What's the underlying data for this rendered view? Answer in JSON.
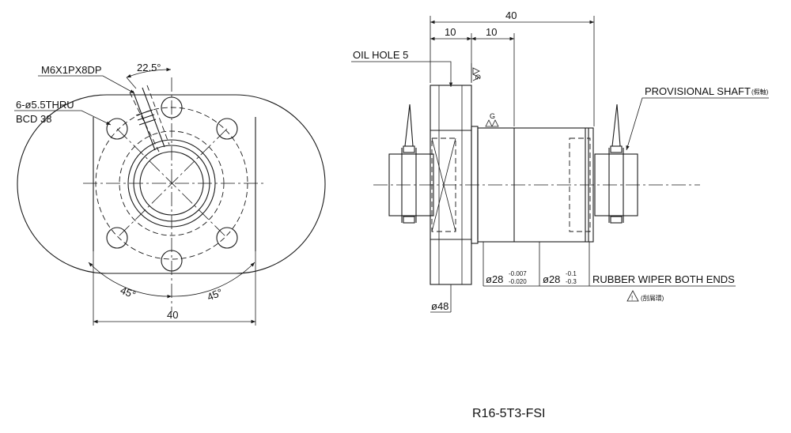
{
  "front_view": {
    "tap_label": "M6X1PX8DP",
    "angle_label": "22.5°",
    "thru_label": "6-ø5.5THRU",
    "bcd_label": "BCD 38",
    "angle_left": "45°",
    "angle_right": "45°",
    "width_label": "40"
  },
  "side_view": {
    "overall_length": "40",
    "flange_width": "10",
    "second_width": "10",
    "oil_hole": "OIL HOLE 5",
    "g_top": "G",
    "g_mid": "G",
    "provisional_shaft": "PROVISIONAL SHAFT",
    "provisional_shaft_note": "(假軸)",
    "dia1_base": "ø28",
    "dia1_upper": "-0.007",
    "dia1_lower": "-0.020",
    "dia2_base": "ø28",
    "dia2_upper": "-0.1",
    "dia2_lower": "-0.3",
    "rubber_wiper": "RUBBER WIPER BOTH ENDS",
    "warning_icon_text": "!",
    "wiper_note": "(刮屑環)",
    "flange_dia": "ø48"
  },
  "title_block": {
    "model": "R16-5T3-FSI"
  }
}
